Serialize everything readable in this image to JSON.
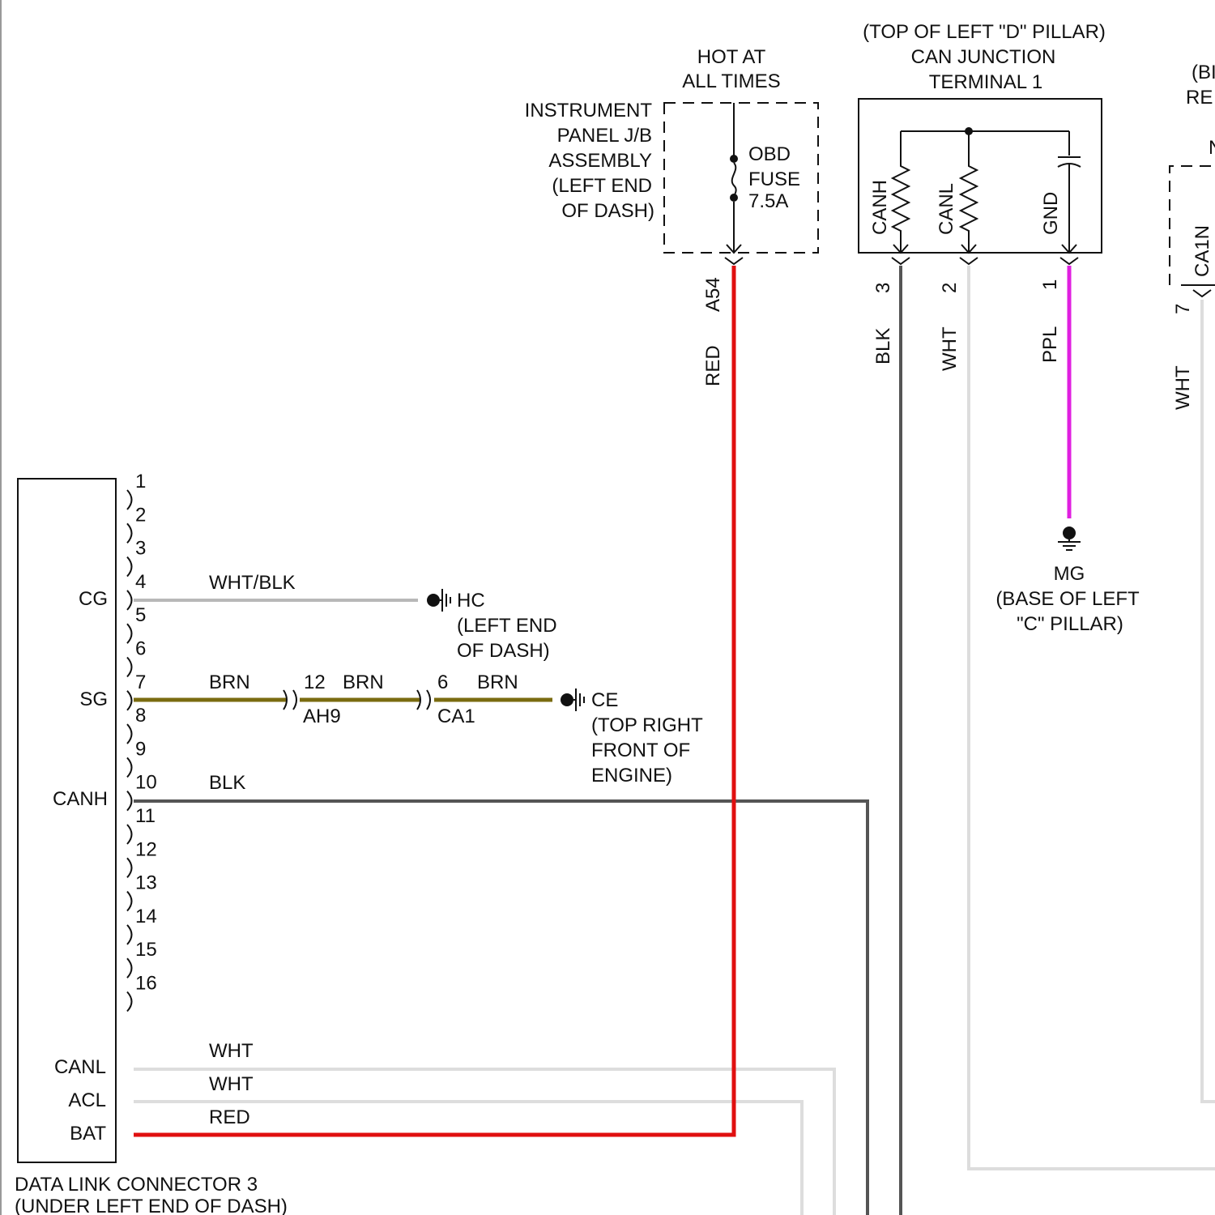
{
  "colors": {
    "red": "#e01010",
    "blk": "#555555",
    "wht": "#dddddd",
    "whtblk": "#b8b8b8",
    "brn": "#7a6b10",
    "ppl": "#e020e0",
    "outline": "#111111"
  },
  "top_left_frame": "|",
  "dlc": {
    "title": "DATA LINK CONNECTOR 3",
    "location": "(UNDER LEFT END OF DASH)",
    "pins": [
      "1",
      "2",
      "3",
      "4",
      "5",
      "6",
      "7",
      "8",
      "9",
      "10",
      "11",
      "12",
      "13",
      "14",
      "15",
      "16"
    ],
    "pin_labels": {
      "cg": "CG",
      "sg": "SG",
      "canh": "CANH",
      "canl": "CANL",
      "acl": "ACL",
      "bat": "BAT"
    }
  },
  "wires": {
    "pin4_color": "WHT/BLK",
    "pin5_color": "BRN",
    "pin6_color": "BLK",
    "pin14_color": "WHT",
    "pin15_color": "WHT",
    "pin16_color": "RED",
    "ah9_pin": "12",
    "ah9_color": "BRN",
    "ah9_name": "AH9",
    "ca1_pin": "6",
    "ca1_color": "BRN",
    "ca1_name": "CA1"
  },
  "grounds": {
    "hc": {
      "name": "HC",
      "loc1": "(LEFT END",
      "loc2": "OF DASH)"
    },
    "ce": {
      "name": "CE",
      "loc1": "(TOP RIGHT",
      "loc2": "FRONT OF",
      "loc3": "ENGINE)"
    },
    "mg": {
      "name": "MG",
      "loc1": "(BASE OF LEFT",
      "loc2": "\"C\" PILLAR)"
    }
  },
  "jb": {
    "hot1": "HOT AT",
    "hot2": "ALL TIMES",
    "name1": "INSTRUMENT",
    "name2": "PANEL J/B",
    "name3": "ASSEMBLY",
    "name4": "(LEFT END",
    "name5": "OF DASH)",
    "fuse1": "OBD",
    "fuse2": "FUSE",
    "fuse3": "7.5A",
    "pin": "A54",
    "wire_color": "RED"
  },
  "can_junction": {
    "loc": "(TOP OF LEFT \"D\" PILLAR)",
    "name1": "CAN JUNCTION",
    "name2": "TERMINAL 1",
    "labels": [
      "CANH",
      "CANL",
      "GND"
    ],
    "pins": [
      "3",
      "2",
      "1"
    ],
    "wire_colors": [
      "BLK",
      "WHT",
      "PPL"
    ]
  },
  "right_edge": {
    "text1": "(BI",
    "text2": "RE",
    "text3": "N",
    "conn": "CA1N",
    "pin": "7",
    "wire_color": "WHT"
  }
}
